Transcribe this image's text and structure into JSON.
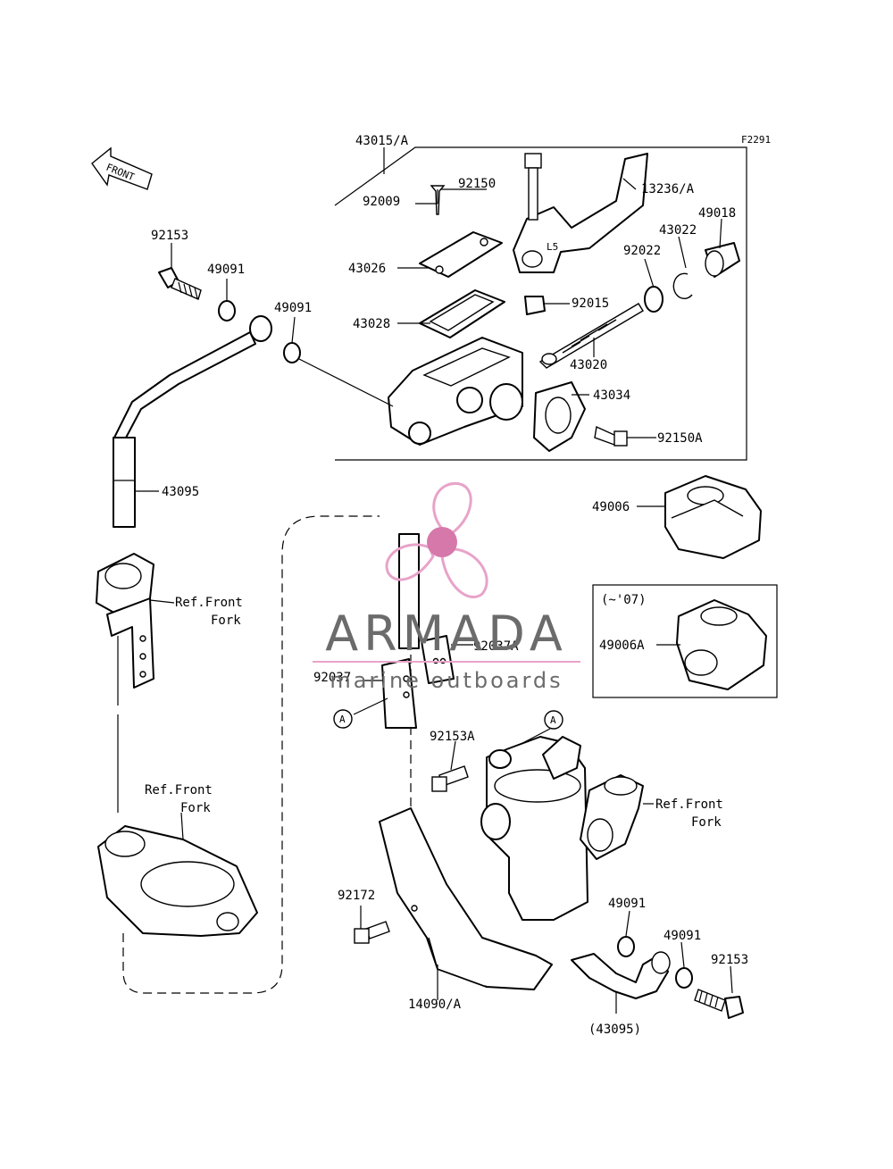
{
  "figure_code": "F2291",
  "front_label": "FRONT",
  "labels": {
    "p43015": "43015/A",
    "p92009": "92009",
    "p92150": "92150",
    "p13236": "13236/A",
    "p43022": "43022",
    "p49018": "49018",
    "p43026": "43026",
    "p92022": "92022",
    "p43028": "43028",
    "p92015": "92015",
    "p43020": "43020",
    "p43034": "43034",
    "p92150A": "92150A",
    "p92153_top": "92153",
    "p49091_top_a": "49091",
    "p49091_top_b": "49091",
    "p43095": "43095",
    "ref_front_fork_1a": "Ref.Front",
    "ref_front_fork_1b": "Fork",
    "ref_front_fork_2a": "Ref.Front",
    "ref_front_fork_2b": "Fork",
    "ref_front_fork_3a": "Ref.Front",
    "ref_front_fork_3b": "Fork",
    "p49006": "49006",
    "inset_note": "(~'07)",
    "p49006A": "49006A",
    "p92037A": "92037A",
    "p92037": "92037",
    "marker_a_1": "A",
    "marker_a_2": "A",
    "p92153A": "92153A",
    "p92172": "92172",
    "p49091_bot_a": "49091",
    "p49091_bot_b": "49091",
    "p92153_bot": "92153",
    "p14090": "14090/A",
    "p43095_bot": "(43095)",
    "lever_mark": "L5"
  },
  "watermark": {
    "brand": "ARMADA",
    "tagline": "marine outboards",
    "brand_color": "#666666",
    "logo_color": "#e8a3c9",
    "logo_center_color": "#d678aa",
    "rule_color": "#e8a3c9"
  }
}
